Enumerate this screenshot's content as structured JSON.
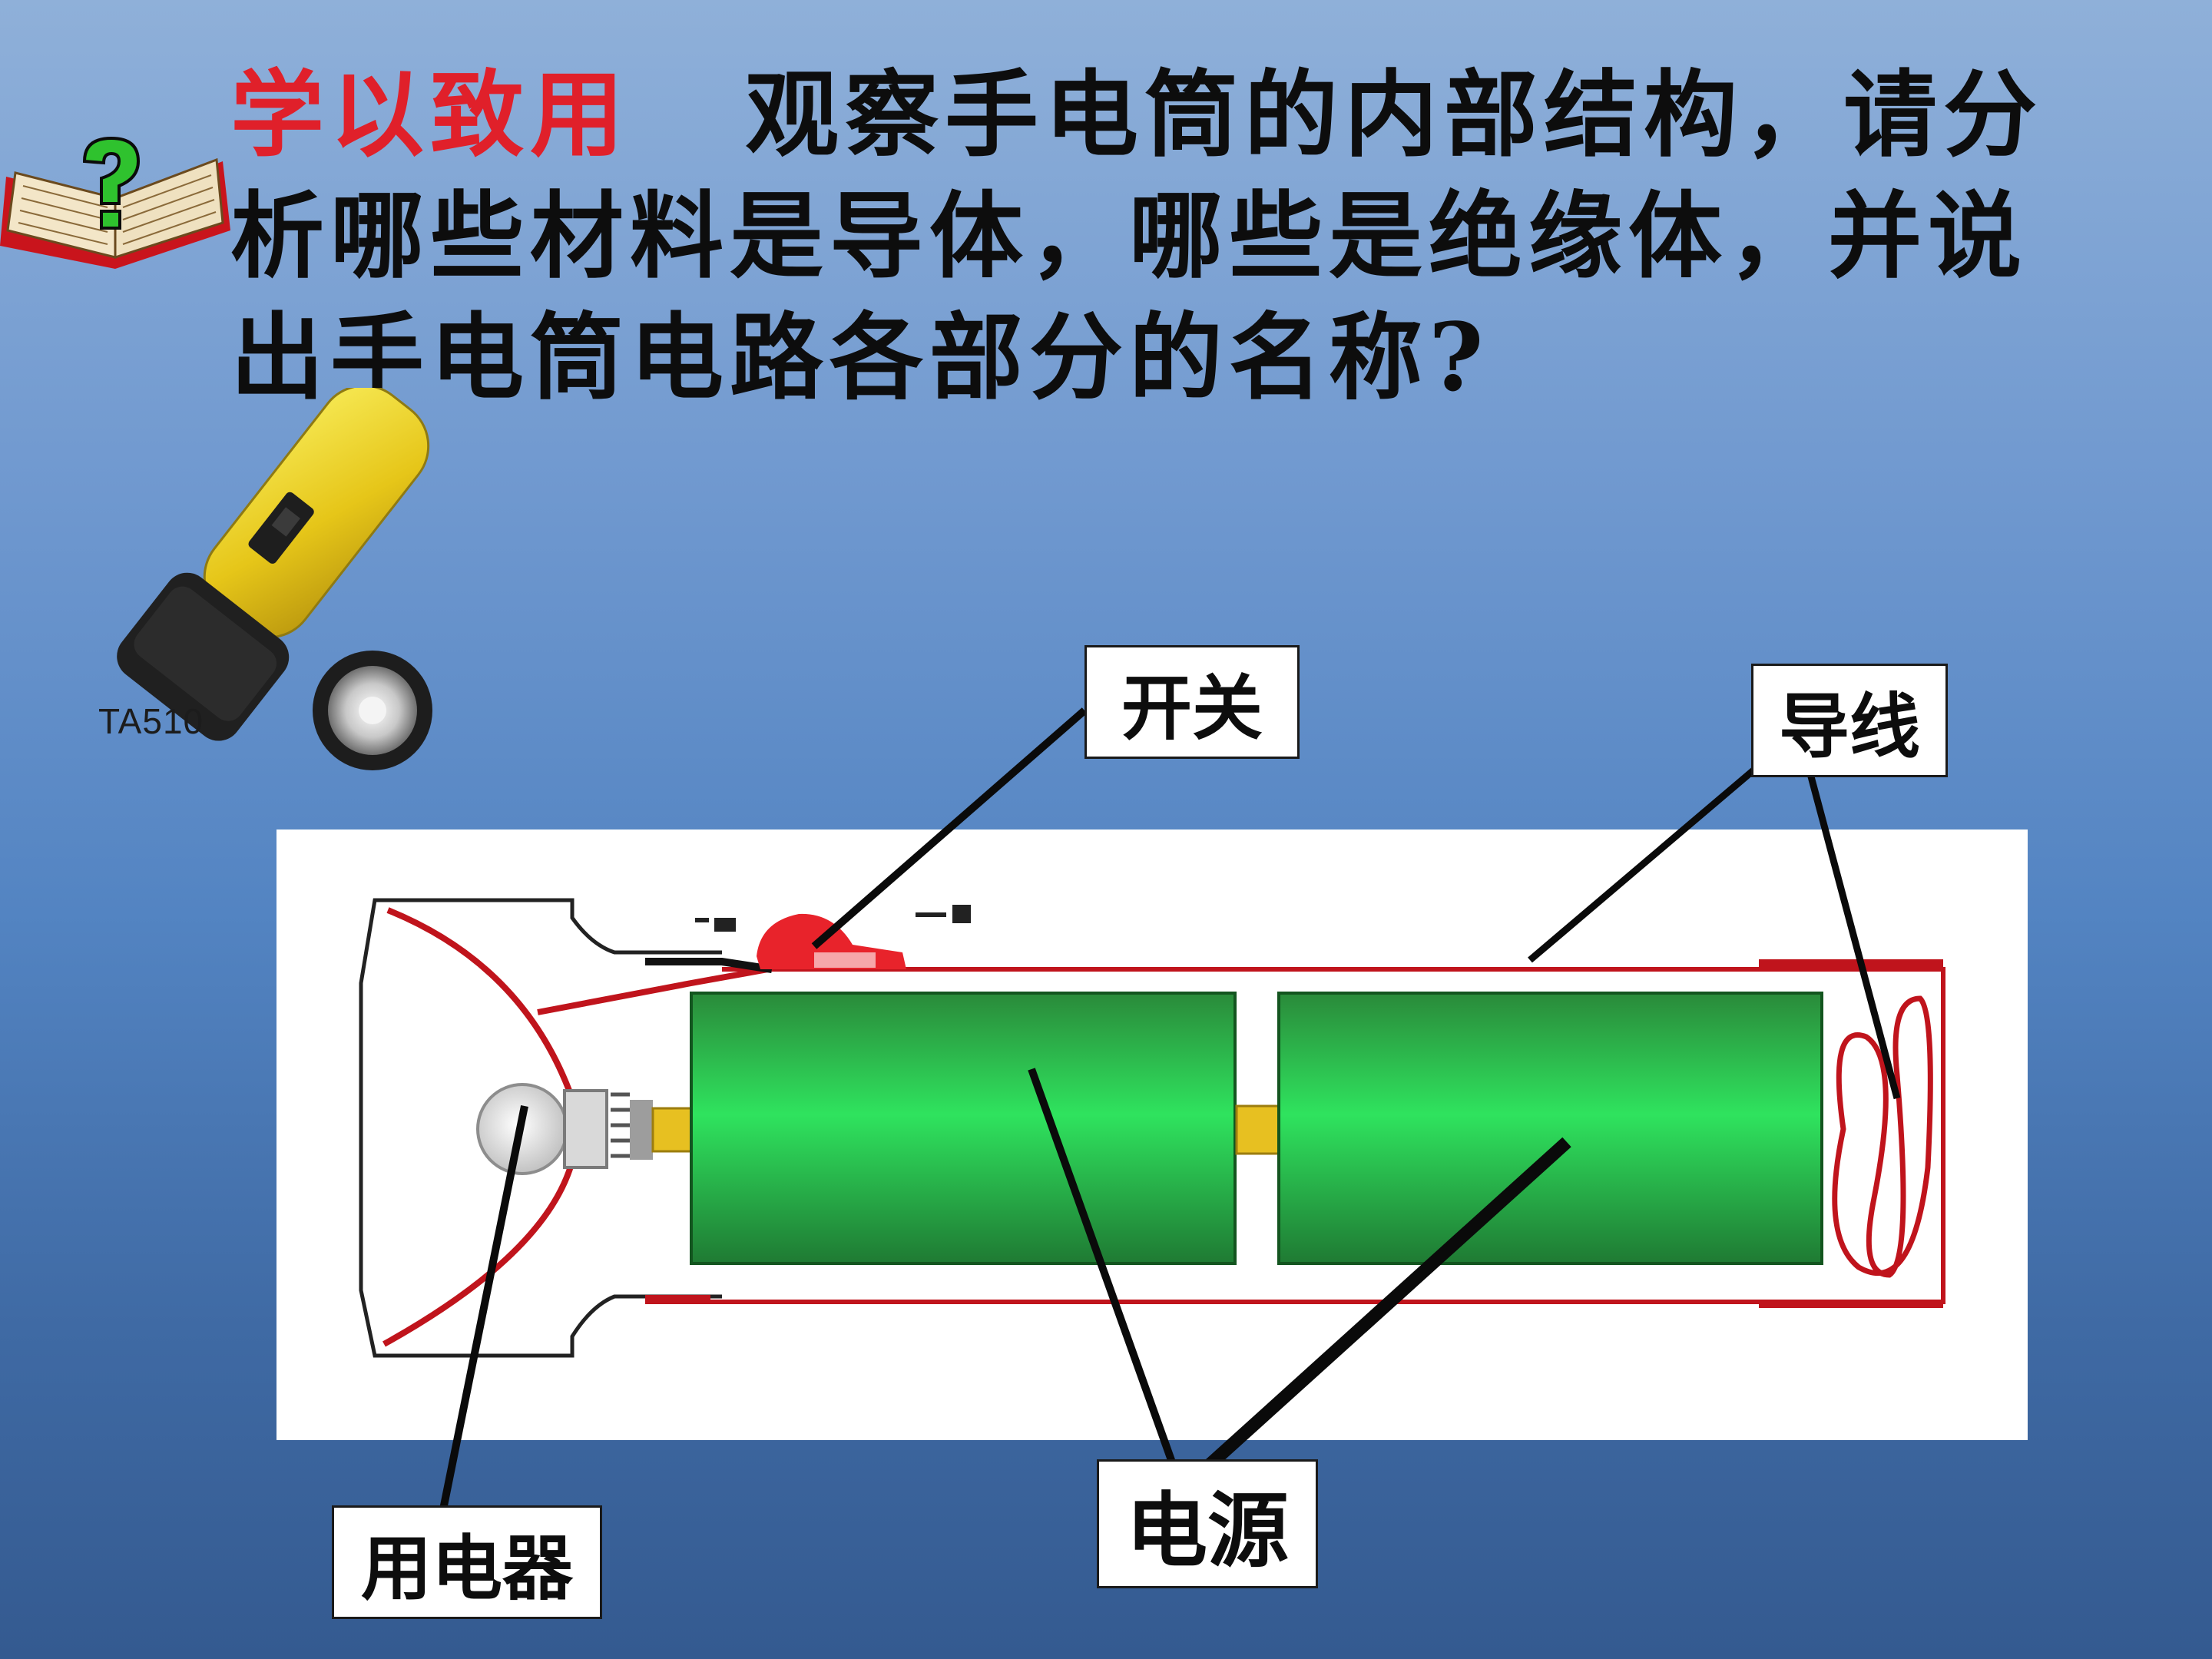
{
  "slide": {
    "title_accent": "学以致用",
    "title_text": "观察手电筒的内部结构，请分析哪些材料是导体，哪些是绝缘体，并说出手电筒电路各部分的名称?"
  },
  "flashlight_photo": {
    "model_label": "TA510"
  },
  "diagram": {
    "labels": {
      "switch": "开关",
      "wire": "导线",
      "load": "用电器",
      "power_source": "电源"
    },
    "colors": {
      "battery": "#2fd45a",
      "housing_outline": "#c0141c",
      "switch_button": "#e8232b",
      "bulb_base": "#e7c021"
    }
  },
  "icons": [
    "book-question-icon",
    "flashlight-photo"
  ]
}
